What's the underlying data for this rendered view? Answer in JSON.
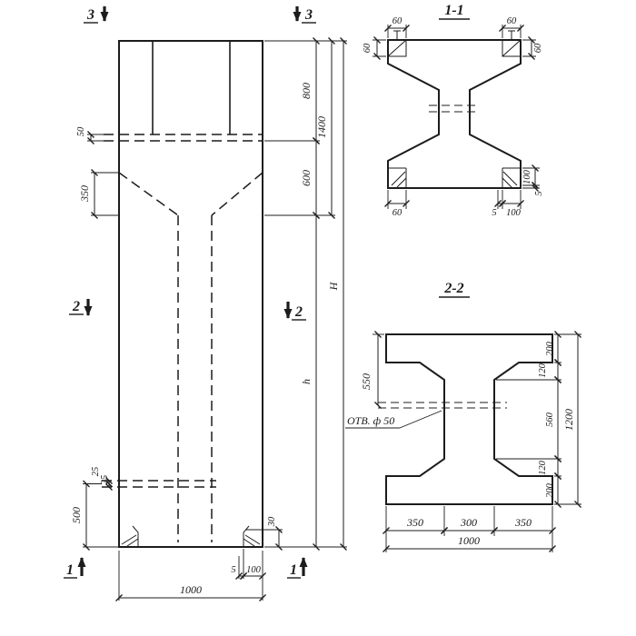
{
  "palette": {
    "ink": "#1c1c1c",
    "paper": "#ffffff"
  },
  "elevation": {
    "markers": {
      "m3": "3",
      "m2": "2",
      "m1": "1"
    },
    "dims": {
      "d50": "50",
      "d350": "350",
      "d25a": "25",
      "d25b": "25",
      "d500": "500",
      "d800": "800",
      "d1400": "1400",
      "d600": "600",
      "dH": "H",
      "dh": "h",
      "d1000": "1000",
      "d5": "5",
      "d100": "100",
      "d30": "30"
    }
  },
  "section11": {
    "title": "1-1",
    "dims": {
      "d60_tl": "60",
      "d60_tr": "60",
      "d60_lv": "60",
      "d60_rv": "60",
      "d60_bl": "60",
      "d5_b": "5",
      "d100_b": "100",
      "d100_r": "100",
      "d5_r": "5"
    }
  },
  "section22": {
    "title": "2-2",
    "hole_label": "ОТВ. ф 50",
    "dims": {
      "d550": "550",
      "d200_t": "200",
      "d120_t": "120",
      "d560": "560",
      "d120_b": "120",
      "d200_b": "200",
      "d1200": "1200",
      "d350_l": "350",
      "d300": "300",
      "d350_r": "350",
      "d1000": "1000"
    }
  }
}
